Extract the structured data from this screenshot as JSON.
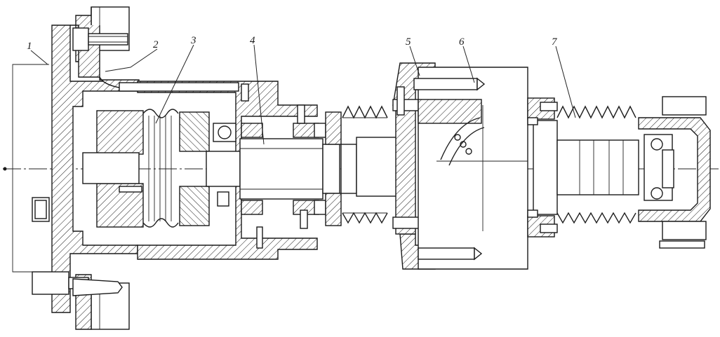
{
  "drawing": {
    "callouts": [
      {
        "id": "1",
        "label": "1"
      },
      {
        "id": "2",
        "label": "2"
      },
      {
        "id": "3",
        "label": "3"
      },
      {
        "id": "4",
        "label": "4"
      },
      {
        "id": "5",
        "label": "5"
      },
      {
        "id": "6",
        "label": "6"
      },
      {
        "id": "7",
        "label": "7"
      }
    ],
    "colors": {
      "ink": "#1a1a1a",
      "paper": "#ffffff"
    }
  }
}
